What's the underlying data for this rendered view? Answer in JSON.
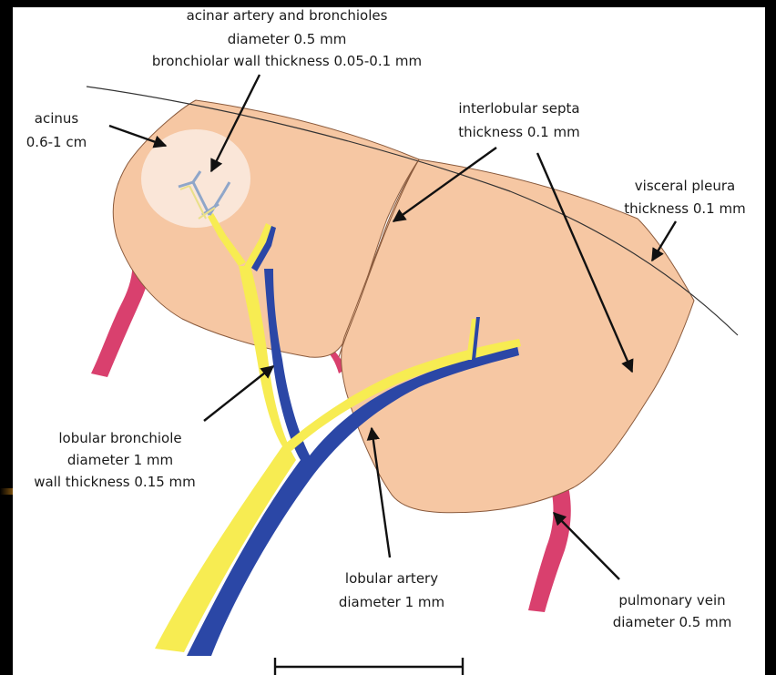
{
  "labels": {
    "acinar_title": "acinar artery and bronchioles",
    "acinar_diameter": "diameter 0.5 mm",
    "acinar_wall": "bronchiolar wall thickness 0.05-0.1 mm",
    "acinus_title": "acinus",
    "acinus_size": "0.6-1 cm",
    "septa_title": "interlobular septa",
    "septa_thickness": "thickness 0.1 mm",
    "pleura_title": "visceral pleura",
    "pleura_thickness": "thickness 0.1 mm",
    "bronchiole_title": "lobular bronchiole",
    "bronchiole_diameter": "diameter 1 mm",
    "bronchiole_wall": "wall thickness 0.15 mm",
    "artery_title": "lobular artery",
    "artery_diameter": "diameter 1 mm",
    "vein_title": "pulmonary vein",
    "vein_diameter": "diameter 0.5 mm"
  },
  "colors": {
    "background": "#000000",
    "panel": "#ffffff",
    "lobule": "#f6c7a3",
    "acinus_highlight": "#fae8dc",
    "bronchiole": "#f7ec52",
    "artery": "#2b47a6",
    "vein": "#d9406e",
    "ink": "#111111",
    "accent_bar": "#e8a317"
  }
}
